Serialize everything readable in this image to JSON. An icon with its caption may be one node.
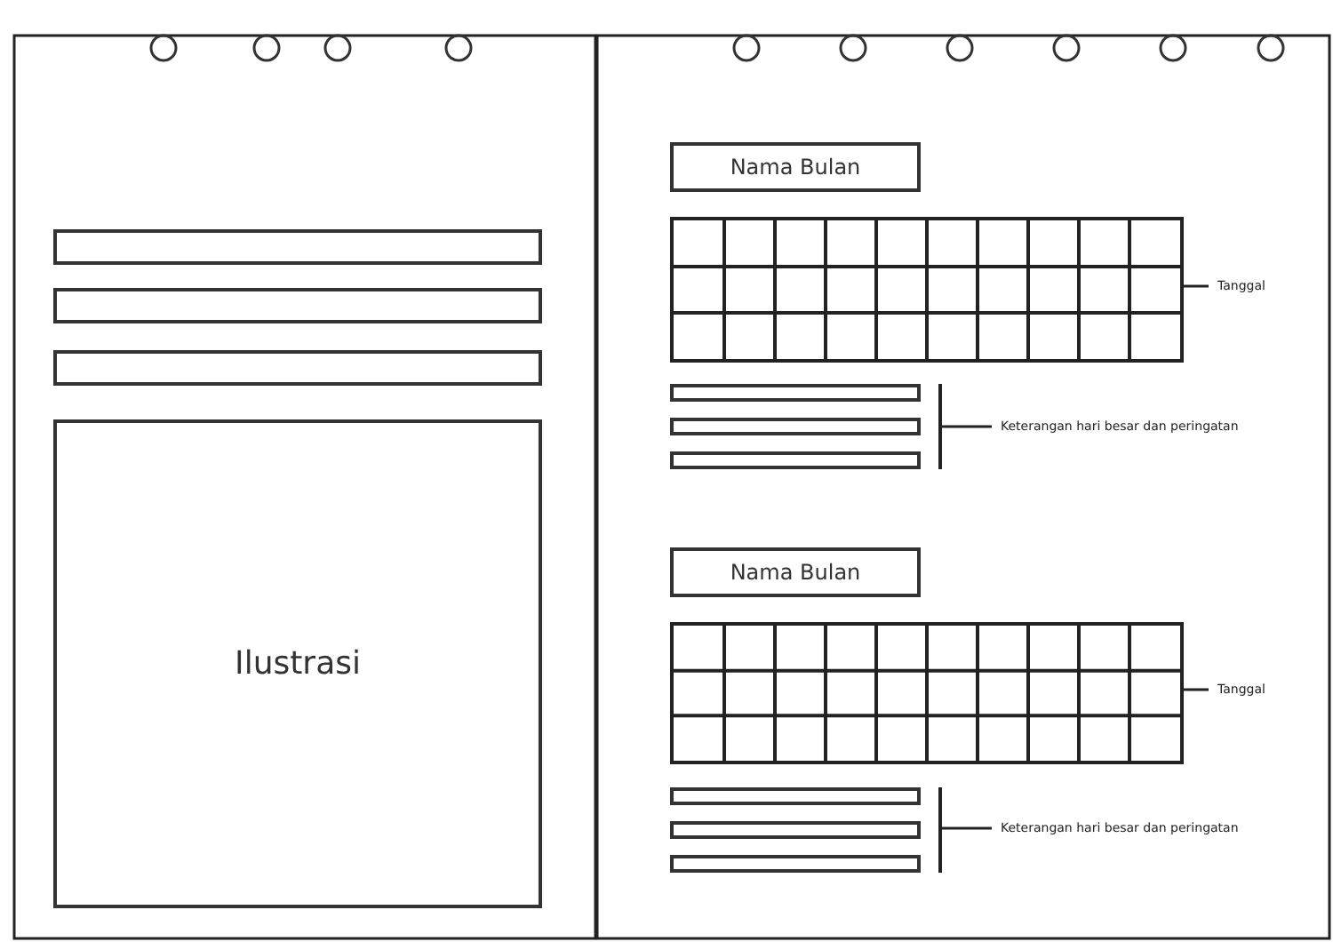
{
  "diagram": {
    "nodes": [
      {
        "text": [],
        "shape": "box"
      },
      {
        "text": [],
        "shape": "box"
      },
      {
        "text": [],
        "shape": "box"
      },
      {
        "text": [
          "Ilustrasi"
        ]
      },
      {
        "text": [
          "Nama Bulan"
        ]
      },
      {
        "text": [],
        "shape": "grid"
      },
      {
        "text": [
          "Tanggal"
        ]
      },
      {
        "text": [],
        "shape": "box"
      },
      {
        "text": [],
        "shape": "box"
      },
      {
        "text": [],
        "shape": "box"
      },
      {
        "text": [],
        "shape": "bracket"
      },
      {
        "text": [
          "Keterangan hari besar dan peringatan"
        ]
      },
      {
        "text": [
          "Nama Bulan"
        ]
      },
      {
        "text": [],
        "shape": "grid"
      },
      {
        "text": [
          "Tanggal"
        ]
      },
      {
        "text": [],
        "shape": "box"
      },
      {
        "text": [],
        "shape": "box"
      },
      {
        "text": [],
        "shape": "box"
      },
      {
        "text": [],
        "shape": "bracket"
      },
      {
        "text": [
          "Keterangan hari besar dan peringatan"
        ]
      }
    ],
    "edges": [
      {
        "from": 6,
        "to": 5,
        "arrow": "none"
      },
      {
        "from": 11,
        "to": 10,
        "arrow": "none"
      },
      {
        "from": 14,
        "to": 13,
        "arrow": "none"
      },
      {
        "from": 19,
        "to": 18,
        "arrow": "none"
      }
    ]
  }
}
